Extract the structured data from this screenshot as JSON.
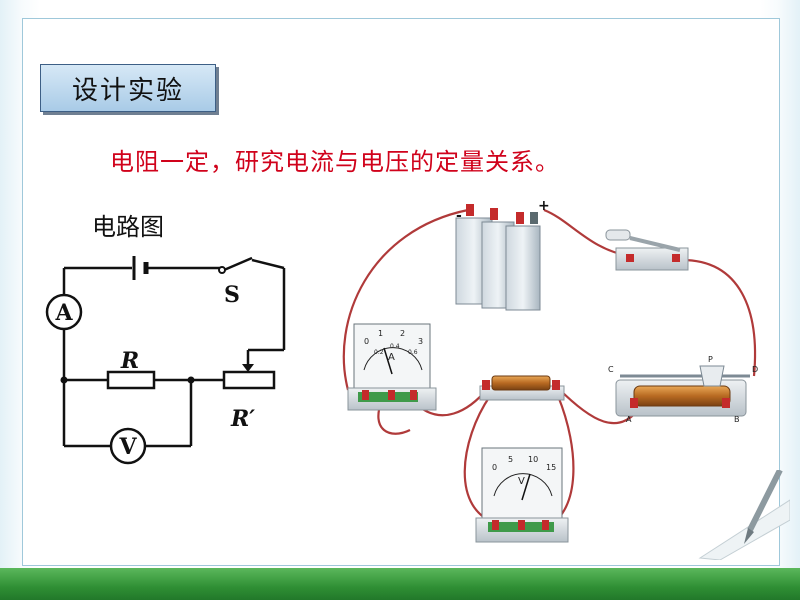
{
  "title": "设计实验",
  "subtitle": "电阻一定，研究电流与电压的定量关系。",
  "circuit": {
    "heading": "电路图",
    "switch_label": "S",
    "ammeter_label": "A",
    "voltmeter_label": "V",
    "resistor_label": "R",
    "rheostat_label": "R′"
  },
  "apparatus": {
    "battery_minus": "-",
    "battery_plus": "+",
    "ammeter_letter": "A",
    "voltmeter_letter": "V",
    "ammeter_ticks": [
      "0",
      "1",
      "2",
      "3"
    ],
    "ammeter_sub_ticks": [
      "0.2",
      "0.4",
      "0.6"
    ],
    "voltmeter_ticks": [
      "0",
      "5",
      "10",
      "15"
    ],
    "rheostat_letters": [
      "C",
      "D",
      "P",
      "A",
      "B"
    ]
  },
  "colors": {
    "title_fill": "#b9d6ee",
    "subtitle": "#d0021b",
    "wire": "#b03a3a",
    "bottom_bar": "#2f8f34",
    "coil": "#c8782a"
  }
}
